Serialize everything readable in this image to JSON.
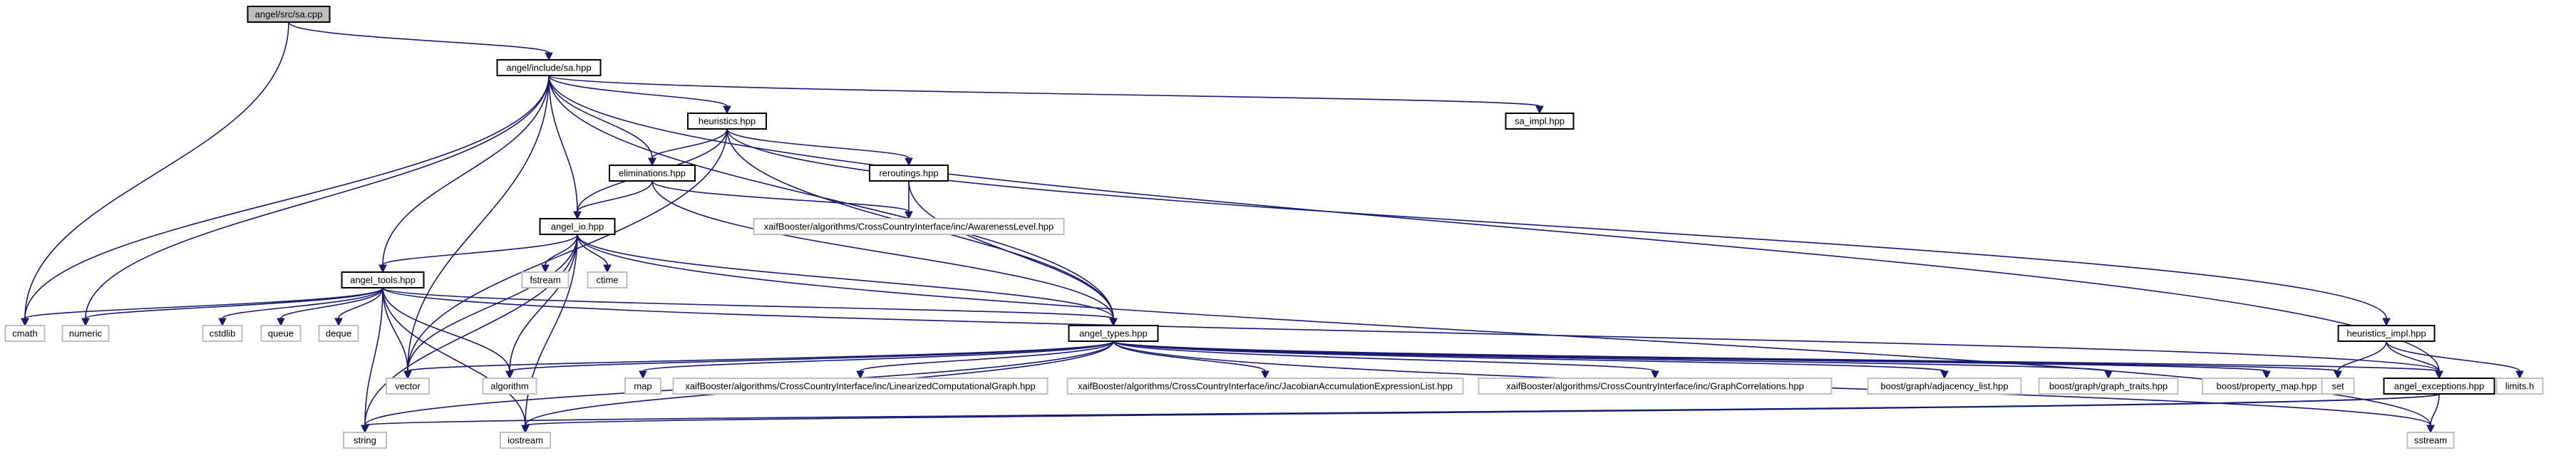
{
  "colors": {
    "edge": "#191970",
    "root_fill": "#bfbfbf",
    "root_stroke": "#000000",
    "documented_stroke": "#000000",
    "external_stroke": "#bfbfbf",
    "text": "#000000"
  },
  "nodes": [
    {
      "id": "sa_cpp",
      "label": "angel/src/sa.cpp",
      "kind": "root"
    },
    {
      "id": "sa_hpp",
      "label": "angel/include/sa.hpp",
      "kind": "documented"
    },
    {
      "id": "heuristics_hpp",
      "label": "heuristics.hpp",
      "kind": "documented"
    },
    {
      "id": "sa_impl_hpp",
      "label": "sa_impl.hpp",
      "kind": "documented"
    },
    {
      "id": "eliminations_hpp",
      "label": "eliminations.hpp",
      "kind": "documented"
    },
    {
      "id": "reroutings_hpp",
      "label": "reroutings.hpp",
      "kind": "documented"
    },
    {
      "id": "awareness",
      "label": "xaifBooster/algorithms/CrossCountryInterface/inc/AwarenessLevel.hpp",
      "kind": "external"
    },
    {
      "id": "angel_io_hpp",
      "label": "angel_io.hpp",
      "kind": "documented"
    },
    {
      "id": "fstream",
      "label": "fstream",
      "kind": "external"
    },
    {
      "id": "ctime",
      "label": "ctime",
      "kind": "external"
    },
    {
      "id": "angel_tools_hpp",
      "label": "angel_tools.hpp",
      "kind": "documented"
    },
    {
      "id": "cmath",
      "label": "cmath",
      "kind": "external"
    },
    {
      "id": "numeric",
      "label": "numeric",
      "kind": "external"
    },
    {
      "id": "cstdlib",
      "label": "cstdlib",
      "kind": "external"
    },
    {
      "id": "queue",
      "label": "queue",
      "kind": "external"
    },
    {
      "id": "deque",
      "label": "deque",
      "kind": "external"
    },
    {
      "id": "angel_types_hpp",
      "label": "angel_types.hpp",
      "kind": "documented"
    },
    {
      "id": "vector",
      "label": "vector",
      "kind": "external"
    },
    {
      "id": "algorithm",
      "label": "algorithm",
      "kind": "external"
    },
    {
      "id": "map",
      "label": "map",
      "kind": "external"
    },
    {
      "id": "lcg",
      "label": "xaifBooster/algorithms/CrossCountryInterface/inc/LinearizedComputationalGraph.hpp",
      "kind": "external"
    },
    {
      "id": "jacobian",
      "label": "xaifBooster/algorithms/CrossCountryInterface/inc/JacobianAccumulationExpressionList.hpp",
      "kind": "external"
    },
    {
      "id": "graphcorr",
      "label": "xaifBooster/algorithms/CrossCountryInterface/inc/GraphCorrelations.hpp",
      "kind": "external"
    },
    {
      "id": "adjlist",
      "label": "boost/graph/adjacency_list.hpp",
      "kind": "external"
    },
    {
      "id": "graphtraits",
      "label": "boost/graph/graph_traits.hpp",
      "kind": "external"
    },
    {
      "id": "propmap",
      "label": "boost/property_map.hpp",
      "kind": "external"
    },
    {
      "id": "set",
      "label": "set",
      "kind": "external"
    },
    {
      "id": "angel_exceptions_hpp",
      "label": "angel_exceptions.hpp",
      "kind": "documented"
    },
    {
      "id": "heuristics_impl_hpp",
      "label": "heuristics_impl.hpp",
      "kind": "documented"
    },
    {
      "id": "limits_h",
      "label": "limits.h",
      "kind": "external"
    },
    {
      "id": "string",
      "label": "string",
      "kind": "external"
    },
    {
      "id": "iostream",
      "label": "iostream",
      "kind": "external"
    },
    {
      "id": "sstream",
      "label": "sstream",
      "kind": "external"
    }
  ],
  "edges": [
    [
      "sa_cpp",
      "sa_hpp"
    ],
    [
      "sa_cpp",
      "cmath"
    ],
    [
      "sa_hpp",
      "heuristics_hpp"
    ],
    [
      "sa_hpp",
      "sa_impl_hpp"
    ],
    [
      "sa_hpp",
      "eliminations_hpp"
    ],
    [
      "sa_hpp",
      "angel_io_hpp"
    ],
    [
      "sa_hpp",
      "angel_tools_hpp"
    ],
    [
      "sa_hpp",
      "angel_types_hpp"
    ],
    [
      "sa_hpp",
      "angel_exceptions_hpp"
    ],
    [
      "sa_hpp",
      "cmath"
    ],
    [
      "sa_hpp",
      "numeric"
    ],
    [
      "sa_hpp",
      "vector"
    ],
    [
      "heuristics_hpp",
      "eliminations_hpp"
    ],
    [
      "heuristics_hpp",
      "reroutings_hpp"
    ],
    [
      "heuristics_hpp",
      "angel_io_hpp"
    ],
    [
      "heuristics_hpp",
      "angel_types_hpp"
    ],
    [
      "heuristics_hpp",
      "heuristics_impl_hpp"
    ],
    [
      "heuristics_hpp",
      "vector"
    ],
    [
      "eliminations_hpp",
      "angel_io_hpp"
    ],
    [
      "eliminations_hpp",
      "awareness"
    ],
    [
      "eliminations_hpp",
      "angel_types_hpp"
    ],
    [
      "reroutings_hpp",
      "awareness"
    ],
    [
      "reroutings_hpp",
      "angel_types_hpp"
    ],
    [
      "angel_io_hpp",
      "fstream"
    ],
    [
      "angel_io_hpp",
      "ctime"
    ],
    [
      "angel_io_hpp",
      "angel_tools_hpp"
    ],
    [
      "angel_io_hpp",
      "angel_types_hpp"
    ],
    [
      "angel_io_hpp",
      "vector"
    ],
    [
      "angel_io_hpp",
      "string"
    ],
    [
      "angel_io_hpp",
      "iostream"
    ],
    [
      "angel_io_hpp",
      "sstream"
    ],
    [
      "angel_io_hpp",
      "algorithm"
    ],
    [
      "angel_tools_hpp",
      "cmath"
    ],
    [
      "angel_tools_hpp",
      "numeric"
    ],
    [
      "angel_tools_hpp",
      "cstdlib"
    ],
    [
      "angel_tools_hpp",
      "queue"
    ],
    [
      "angel_tools_hpp",
      "deque"
    ],
    [
      "angel_tools_hpp",
      "angel_types_hpp"
    ],
    [
      "angel_tools_hpp",
      "vector"
    ],
    [
      "angel_tools_hpp",
      "algorithm"
    ],
    [
      "angel_tools_hpp",
      "string"
    ],
    [
      "angel_tools_hpp",
      "iostream"
    ],
    [
      "angel_tools_hpp",
      "angel_exceptions_hpp"
    ],
    [
      "angel_types_hpp",
      "vector"
    ],
    [
      "angel_types_hpp",
      "algorithm"
    ],
    [
      "angel_types_hpp",
      "map"
    ],
    [
      "angel_types_hpp",
      "lcg"
    ],
    [
      "angel_types_hpp",
      "jacobian"
    ],
    [
      "angel_types_hpp",
      "graphcorr"
    ],
    [
      "angel_types_hpp",
      "adjlist"
    ],
    [
      "angel_types_hpp",
      "graphtraits"
    ],
    [
      "angel_types_hpp",
      "propmap"
    ],
    [
      "angel_types_hpp",
      "set"
    ],
    [
      "angel_types_hpp",
      "angel_exceptions_hpp"
    ],
    [
      "angel_types_hpp",
      "string"
    ],
    [
      "angel_types_hpp",
      "iostream"
    ],
    [
      "angel_types_hpp",
      "sstream"
    ],
    [
      "heuristics_impl_hpp",
      "set"
    ],
    [
      "heuristics_impl_hpp",
      "angel_exceptions_hpp"
    ],
    [
      "heuristics_impl_hpp",
      "limits_h"
    ],
    [
      "angel_exceptions_hpp",
      "string"
    ],
    [
      "angel_exceptions_hpp",
      "iostream"
    ],
    [
      "angel_exceptions_hpp",
      "sstream"
    ]
  ]
}
